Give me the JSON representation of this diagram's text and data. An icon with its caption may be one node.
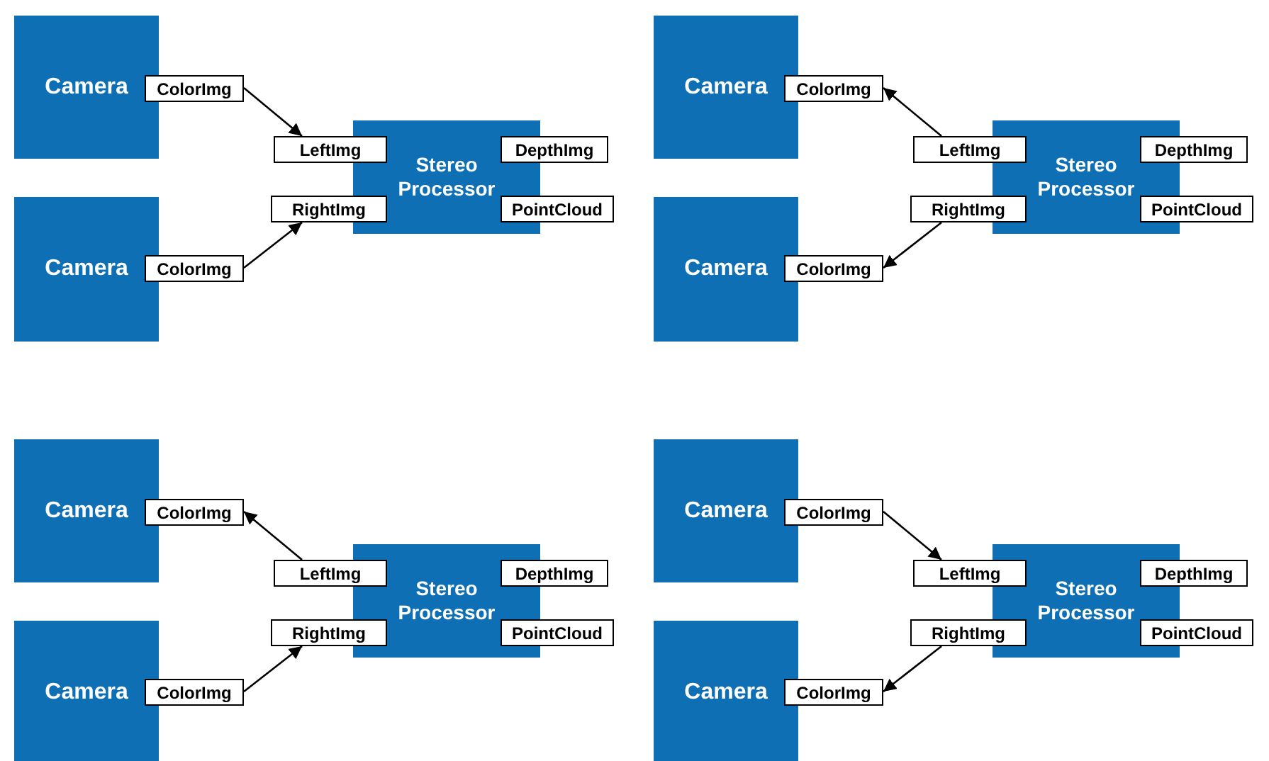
{
  "diagram": {
    "nodes": [
      {
        "text": [
          "Camera"
        ]
      },
      {
        "text": [
          "ColorImg"
        ]
      },
      {
        "text": [
          "Camera"
        ]
      },
      {
        "text": [
          "ColorImg"
        ]
      },
      {
        "text": [
          "Stereo Processor"
        ]
      },
      {
        "text": [
          "LeftImg"
        ]
      },
      {
        "text": [
          "RightImg"
        ]
      },
      {
        "text": [
          "DepthImg"
        ]
      },
      {
        "text": [
          "PointCloud"
        ]
      },
      {
        "text": [
          "Camera"
        ]
      },
      {
        "text": [
          "ColorImg"
        ]
      },
      {
        "text": [
          "Camera"
        ]
      },
      {
        "text": [
          "ColorImg"
        ]
      },
      {
        "text": [
          "Stereo Processor"
        ]
      },
      {
        "text": [
          "LeftImg"
        ]
      },
      {
        "text": [
          "RightImg"
        ]
      },
      {
        "text": [
          "DepthImg"
        ]
      },
      {
        "text": [
          "PointCloud"
        ]
      },
      {
        "text": [
          "Camera"
        ]
      },
      {
        "text": [
          "ColorImg"
        ]
      },
      {
        "text": [
          "Camera"
        ]
      },
      {
        "text": [
          "ColorImg"
        ]
      },
      {
        "text": [
          "Stereo Processor"
        ]
      },
      {
        "text": [
          "LeftImg"
        ]
      },
      {
        "text": [
          "RightImg"
        ]
      },
      {
        "text": [
          "DepthImg"
        ]
      },
      {
        "text": [
          "PointCloud"
        ]
      },
      {
        "text": [
          "Camera"
        ]
      },
      {
        "text": [
          "ColorImg"
        ]
      },
      {
        "text": [
          "Camera"
        ]
      },
      {
        "text": [
          "ColorImg"
        ]
      },
      {
        "text": [
          "Stereo Processor"
        ]
      },
      {
        "text": [
          "LeftImg"
        ]
      },
      {
        "text": [
          "RightImg"
        ]
      },
      {
        "text": [
          "DepthImg"
        ]
      },
      {
        "text": [
          "PointCloud"
        ]
      }
    ],
    "edges": [
      {
        "from": 1,
        "to": 5,
        "arrow": "to"
      },
      {
        "from": 3,
        "to": 6,
        "arrow": "to"
      },
      {
        "from": 14,
        "to": 10,
        "arrow": "to"
      },
      {
        "from": 15,
        "to": 12,
        "arrow": "to"
      },
      {
        "from": 23,
        "to": 19,
        "arrow": "to"
      },
      {
        "from": 21,
        "to": 24,
        "arrow": "to"
      },
      {
        "from": 28,
        "to": 32,
        "arrow": "to"
      },
      {
        "from": 33,
        "to": 30,
        "arrow": "to"
      }
    ]
  }
}
